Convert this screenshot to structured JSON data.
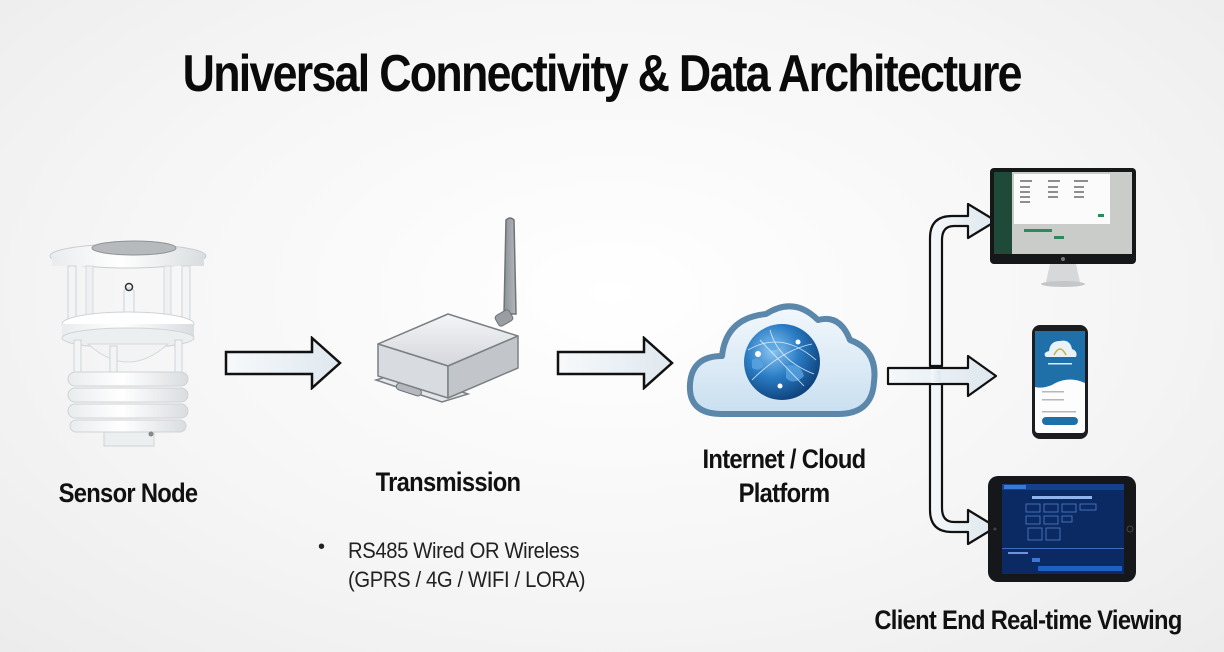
{
  "title": "Universal Connectivity & Data Architecture",
  "nodes": {
    "sensor": {
      "label": "Sensor Node",
      "icon": "weather-sensor-icon"
    },
    "transmission": {
      "label": "Transmission",
      "icon": "transmitter-icon",
      "bullets": [
        "RS485 Wired OR Wireless",
        "(GPRS / 4G / WIFI / LORA)"
      ]
    },
    "cloud": {
      "label_line1": "Internet / Cloud",
      "label_line2": "Platform",
      "icon": "cloud-globe-icon"
    },
    "clients": {
      "label": "Client End Real-time Viewing",
      "devices": [
        "desktop-monitor-icon",
        "smartphone-icon",
        "tablet-icon"
      ]
    }
  },
  "colors": {
    "arrow_fill": "#e4edf3",
    "arrow_stroke": "#111111",
    "cloud_fill": "#dcebf7",
    "cloud_stroke": "#5b87ab",
    "globe": "#1f6fb8",
    "title": "#0a0a0a"
  }
}
